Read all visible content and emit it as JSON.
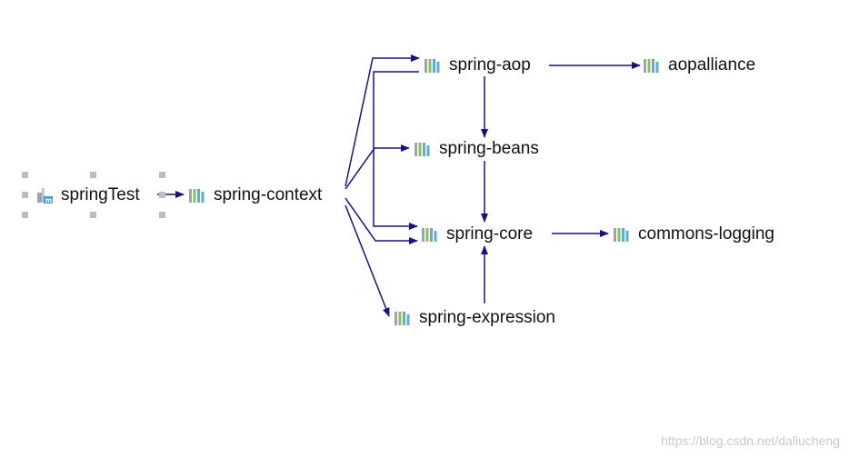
{
  "graph": {
    "nodes": [
      {
        "id": "springTest",
        "label": "springTest",
        "icon": "module-icon",
        "selected": true
      },
      {
        "id": "spring-context",
        "label": "spring-context",
        "icon": "library-icon"
      },
      {
        "id": "spring-aop",
        "label": "spring-aop",
        "icon": "library-icon"
      },
      {
        "id": "aopalliance",
        "label": "aopalliance",
        "icon": "library-icon"
      },
      {
        "id": "spring-beans",
        "label": "spring-beans",
        "icon": "library-icon"
      },
      {
        "id": "spring-core",
        "label": "spring-core",
        "icon": "library-icon"
      },
      {
        "id": "commons-logging",
        "label": "commons-logging",
        "icon": "library-icon"
      },
      {
        "id": "spring-expression",
        "label": "spring-expression",
        "icon": "library-icon"
      }
    ],
    "edges": [
      {
        "from": "springTest",
        "to": "spring-context"
      },
      {
        "from": "spring-context",
        "to": "spring-aop"
      },
      {
        "from": "spring-context",
        "to": "spring-beans"
      },
      {
        "from": "spring-context",
        "to": "spring-core"
      },
      {
        "from": "spring-context",
        "to": "spring-expression"
      },
      {
        "from": "spring-aop",
        "to": "aopalliance"
      },
      {
        "from": "spring-aop",
        "to": "spring-beans"
      },
      {
        "from": "spring-aop",
        "to": "spring-core"
      },
      {
        "from": "spring-beans",
        "to": "spring-core"
      },
      {
        "from": "spring-core",
        "to": "commons-logging"
      },
      {
        "from": "spring-expression",
        "to": "spring-core"
      }
    ]
  },
  "watermark": "https://blog.csdn.net/daliucheng",
  "colors": {
    "edge": "#141487",
    "bar_blue": "#58b0d6",
    "bar_green": "#8cc152",
    "bar_gray": "#9aa5b1",
    "module_blue": "#3d9bd6",
    "handle": "#bdbdbd"
  }
}
